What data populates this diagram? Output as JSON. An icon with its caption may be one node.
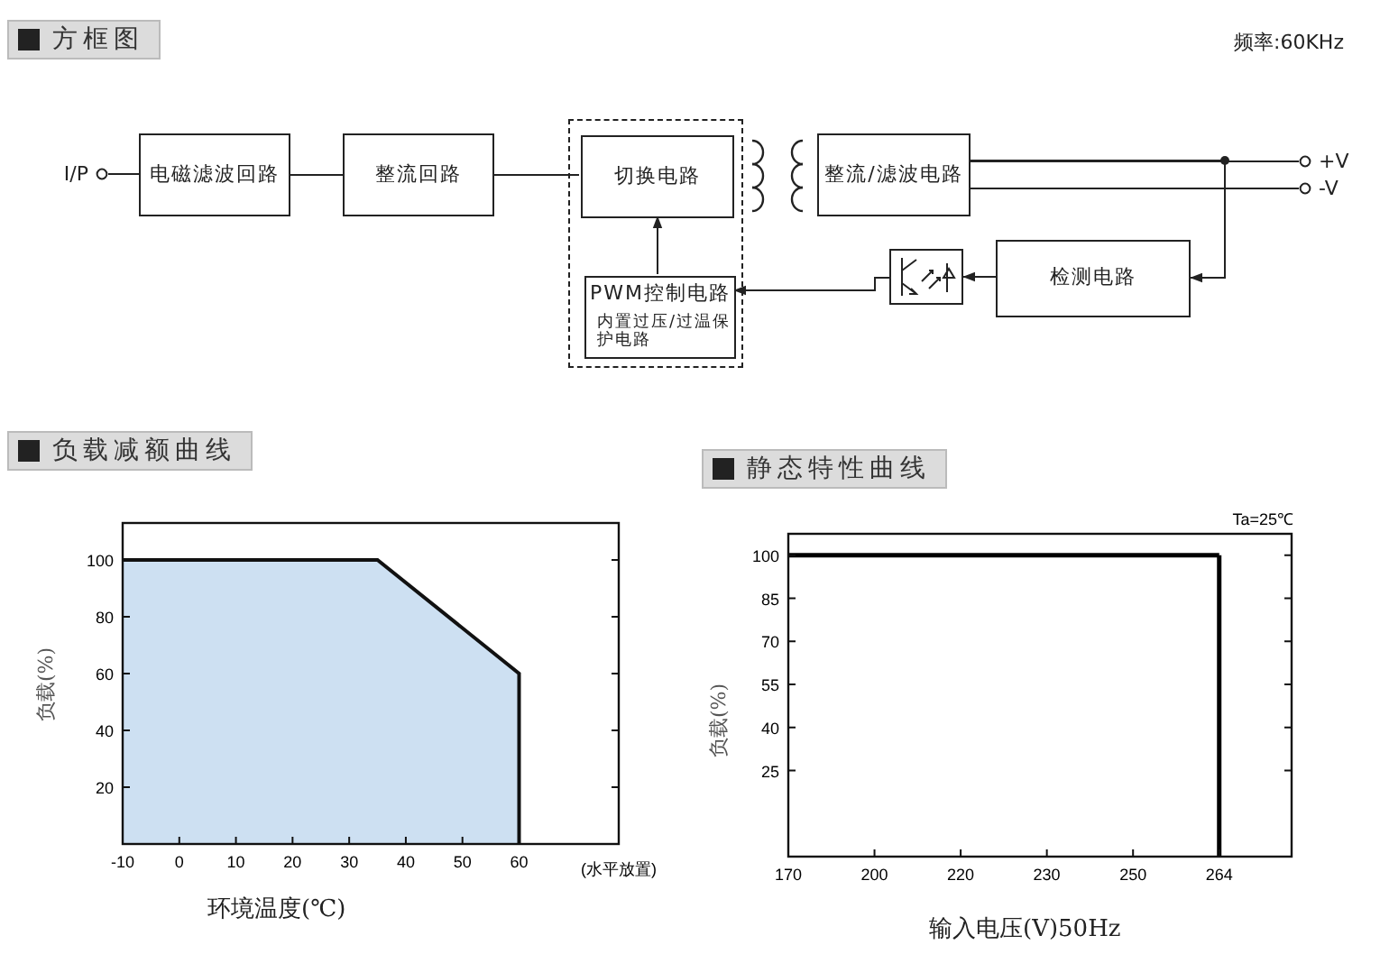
{
  "diagram": {
    "title": "方框图",
    "nodes": [
      {
        "text": [
          "I/P"
        ]
      },
      {
        "text": [
          "电磁滤波回路"
        ]
      },
      {
        "text": [
          "整流回路"
        ]
      },
      {
        "text": [],
        "shape": "box"
      },
      {
        "text": [
          "切换电路"
        ],
        "in": 3
      },
      {
        "text": [
          "PWM控制电路",
          "内置过压/过温保护电路"
        ],
        "in": 3
      },
      {
        "text": [],
        "shape": "picture"
      },
      {
        "text": [
          "整流/滤波电路"
        ]
      },
      {
        "text": [
          "+V"
        ]
      },
      {
        "text": [
          "-V"
        ]
      },
      {
        "text": [],
        "shape": "picture"
      },
      {
        "text": [
          "检测电路"
        ]
      }
    ],
    "edges": [
      {
        "from": 0,
        "to": 1,
        "arrow": "none"
      },
      {
        "from": 1,
        "to": 2,
        "arrow": "none"
      },
      {
        "from": 2,
        "to": 4,
        "arrow": "none"
      },
      {
        "from": 7,
        "to": 8,
        "arrow": "none"
      },
      {
        "from": 7,
        "to": 9,
        "arrow": "none"
      },
      {
        "from": 7,
        "to": 11,
        "arrow": "to"
      },
      {
        "from": 11,
        "to": 10,
        "arrow": "to"
      },
      {
        "from": 10,
        "to": 5,
        "arrow": "to"
      },
      {
        "from": 5,
        "to": 4,
        "arrow": "to"
      }
    ],
    "labels": [
      "频率:60KHz",
      "负载减额曲线",
      "静态特性曲线"
    ],
    "chart_data": [
      {
        "type": "area",
        "xlabel": "环境温度(℃)",
        "ylabel": "负载(%)",
        "x": [
          -10,
          35,
          60
        ],
        "series": [
          {
            "color": "#cde0f2",
            "values": [
              100,
              100,
              60
            ]
          }
        ],
        "xlim": [
          -10,
          77.6
        ],
        "ylim": [
          0,
          113
        ],
        "xticks": [
          -10,
          0,
          10,
          20,
          30,
          40,
          50,
          60
        ],
        "yticks": [
          20,
          40,
          60,
          80,
          100
        ],
        "annotations": [
          "(水平放置)"
        ]
      },
      {
        "type": "line",
        "xlabel": "输入电压(V)50Hz",
        "ylabel": "负载(%)",
        "categories": [
          "170",
          "200",
          "220",
          "230",
          "250",
          "264"
        ],
        "series": [
          {
            "color": "#000000",
            "values": [
              100,
              100,
              100,
              100,
              100,
              100
            ]
          }
        ],
        "ylim": [
          -5,
          107.5
        ],
        "ref_lines": [
          {
            "axis": "x",
            "value": "264"
          }
        ],
        "yticks": [
          25,
          40,
          55,
          70,
          85,
          100
        ],
        "annotations": [
          "Ta=25℃"
        ]
      }
    ]
  }
}
